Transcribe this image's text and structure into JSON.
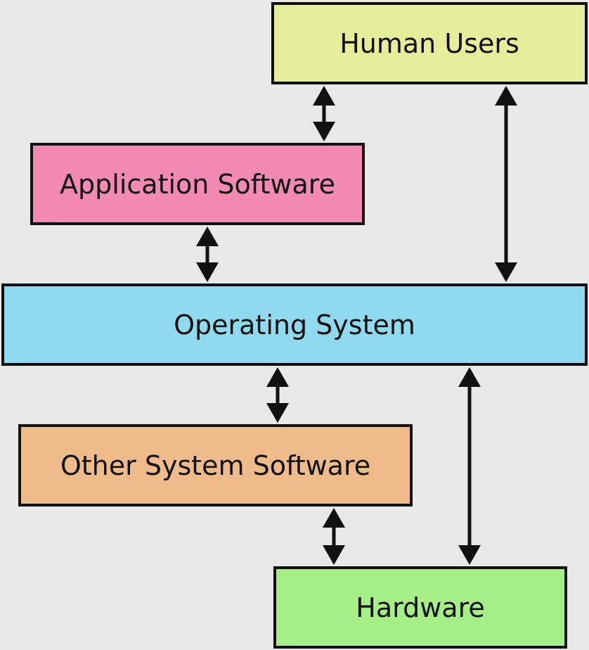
{
  "diagram": {
    "nodes": {
      "human_users": {
        "label": "Human Users",
        "color": "#e6ee9c"
      },
      "application_software": {
        "label": "Application Software",
        "color": "#f28ab3"
      },
      "operating_system": {
        "label": "Operating System",
        "color": "#8fdaee"
      },
      "other_system_software": {
        "label": "Other System Software",
        "color": "#efbb8b"
      },
      "hardware": {
        "label": "Hardware",
        "color": "#a6ee88"
      }
    },
    "edges": [
      {
        "from": "human_users",
        "to": "application_software",
        "direction": "both"
      },
      {
        "from": "human_users",
        "to": "operating_system",
        "direction": "both"
      },
      {
        "from": "application_software",
        "to": "operating_system",
        "direction": "both"
      },
      {
        "from": "operating_system",
        "to": "other_system_software",
        "direction": "both"
      },
      {
        "from": "operating_system",
        "to": "hardware",
        "direction": "both"
      },
      {
        "from": "other_system_software",
        "to": "hardware",
        "direction": "both"
      }
    ],
    "stroke_color": "#111111"
  }
}
